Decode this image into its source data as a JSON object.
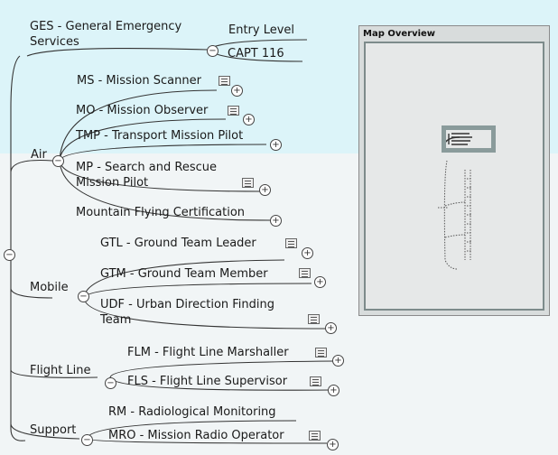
{
  "map": {
    "root": {
      "title": "GES - General Emergency Services",
      "title_line1": "GES - General Emergency",
      "title_line2": "Services",
      "children": [
        {
          "label": "Entry Level"
        },
        {
          "label": "CAPT 116"
        }
      ]
    },
    "groups": [
      {
        "label": "Air",
        "items": [
          {
            "label": "MS - Mission Scanner",
            "has_note": true
          },
          {
            "label": "MO - Mission Observer",
            "has_note": true
          },
          {
            "label": "TMP - Transport Mission Pilot",
            "has_note": false
          },
          {
            "label_line1": "MP - Search and Rescue",
            "label_line2": "Mission Pilot",
            "has_note": true
          },
          {
            "label": "Mountain Flying Certification",
            "has_note": false
          }
        ]
      },
      {
        "label": "Mobile",
        "items": [
          {
            "label": "GTL - Ground Team Leader",
            "has_note": true
          },
          {
            "label": "GTM - Ground Team Member",
            "has_note": true
          },
          {
            "label_line1": "UDF - Urban Direction Finding",
            "label_line2": "Team",
            "has_note": true
          }
        ]
      },
      {
        "label": "Flight Line",
        "items": [
          {
            "label": "FLM - Flight Line Marshaller",
            "has_note": true
          },
          {
            "label": "FLS - Flight Line Supervisor",
            "has_note": true
          }
        ]
      },
      {
        "label": "Support",
        "items": [
          {
            "label": "RM - Radiological Monitoring",
            "has_note": false
          },
          {
            "label": "MRO - Mission Radio Operator",
            "has_note": true
          }
        ]
      }
    ],
    "toggles": {
      "collapse": "−",
      "expand": "+"
    }
  },
  "overview": {
    "title": "Map Overview"
  },
  "colors": {
    "accent": "#3fc0dc",
    "line": "#333333",
    "panel": "#d8dcdc"
  }
}
